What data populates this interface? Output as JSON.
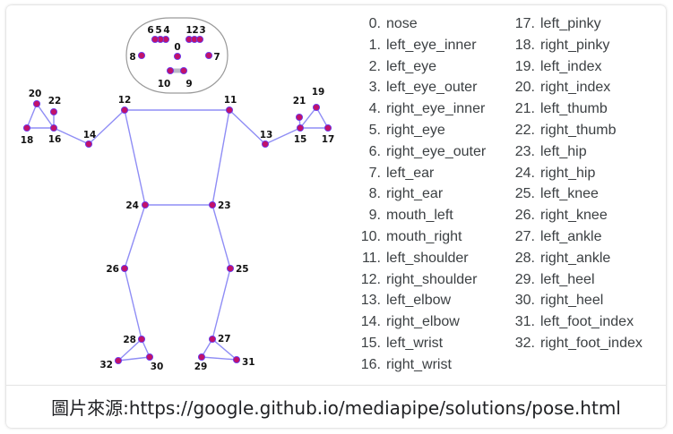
{
  "landmark_labels": [
    "0",
    "1",
    "2",
    "3",
    "4",
    "5",
    "6",
    "7",
    "8",
    "9",
    "10",
    "11",
    "12",
    "13",
    "14",
    "15",
    "16",
    "17",
    "18",
    "19",
    "20",
    "21",
    "22",
    "23",
    "24",
    "25",
    "26",
    "27",
    "28",
    "29",
    "30",
    "31",
    "32"
  ],
  "legend": {
    "column1": [
      {
        "num": "0.",
        "name": "nose"
      },
      {
        "num": "1.",
        "name": "left_eye_inner"
      },
      {
        "num": "2.",
        "name": "left_eye"
      },
      {
        "num": "3.",
        "name": "left_eye_outer"
      },
      {
        "num": "4.",
        "name": "right_eye_inner"
      },
      {
        "num": "5.",
        "name": "right_eye"
      },
      {
        "num": "6.",
        "name": "right_eye_outer"
      },
      {
        "num": "7.",
        "name": "left_ear"
      },
      {
        "num": "8.",
        "name": "right_ear"
      },
      {
        "num": "9.",
        "name": "mouth_left"
      },
      {
        "num": "10.",
        "name": "mouth_right"
      },
      {
        "num": "11.",
        "name": "left_shoulder"
      },
      {
        "num": "12.",
        "name": "right_shoulder"
      },
      {
        "num": "13.",
        "name": "left_elbow"
      },
      {
        "num": "14.",
        "name": "right_elbow"
      },
      {
        "num": "15.",
        "name": "left_wrist"
      },
      {
        "num": "16.",
        "name": "right_wrist"
      }
    ],
    "column2": [
      {
        "num": "17.",
        "name": "left_pinky"
      },
      {
        "num": "18.",
        "name": "right_pinky"
      },
      {
        "num": "19.",
        "name": "left_index"
      },
      {
        "num": "20.",
        "name": "right_index"
      },
      {
        "num": "21.",
        "name": "left_thumb"
      },
      {
        "num": "22.",
        "name": "right_thumb"
      },
      {
        "num": "23.",
        "name": "left_hip"
      },
      {
        "num": "24.",
        "name": "right_hip"
      },
      {
        "num": "25.",
        "name": "left_knee"
      },
      {
        "num": "26.",
        "name": "right_knee"
      },
      {
        "num": "27.",
        "name": "left_ankle"
      },
      {
        "num": "28.",
        "name": "right_ankle"
      },
      {
        "num": "29.",
        "name": "left_heel"
      },
      {
        "num": "30.",
        "name": "right_heel"
      },
      {
        "num": "31.",
        "name": "left_foot_index"
      },
      {
        "num": "32.",
        "name": "right_foot_index"
      }
    ]
  },
  "caption": "圖片來源:https://google.github.io/mediapipe/solutions/pose.html",
  "colors": {
    "edge": "#8f8df5",
    "node_fill": "#c0126b",
    "node_stroke": "#6a3df0",
    "face_edge": "#b9b9c8",
    "head_outline": "#9a9a9a",
    "legend_text": "#3c4043"
  }
}
